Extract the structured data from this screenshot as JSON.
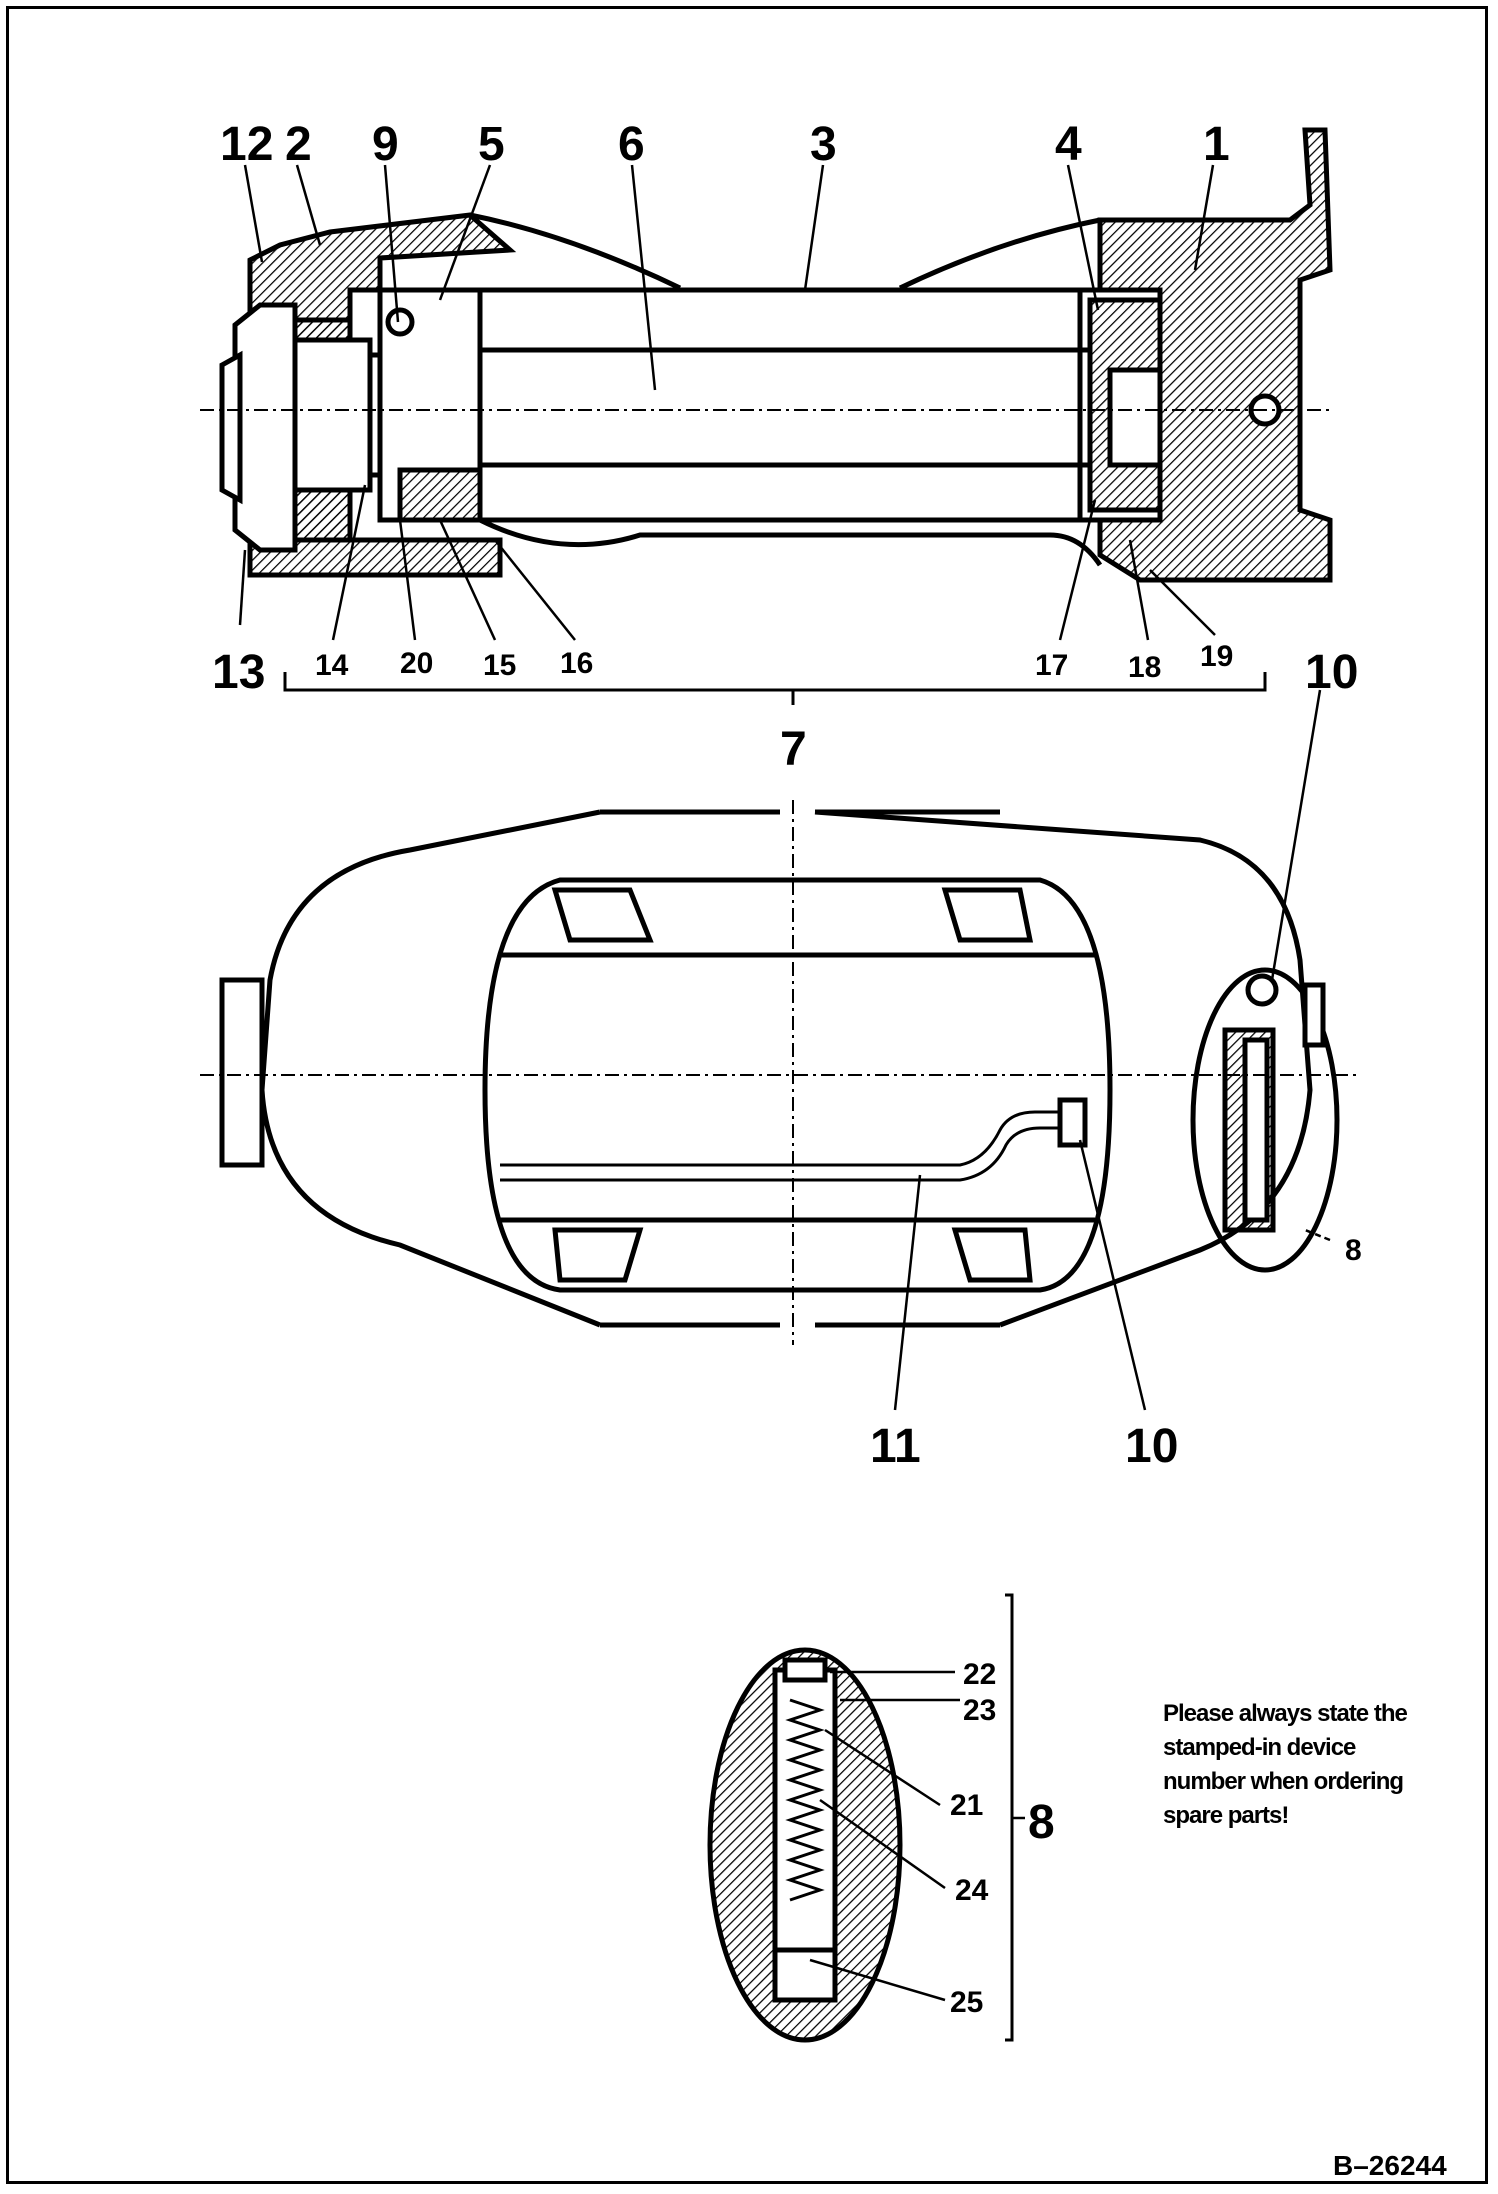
{
  "labels": {
    "l1": "1",
    "l2": "2",
    "l3": "3",
    "l4": "4",
    "l5": "5",
    "l6": "6",
    "l7": "7",
    "l8": "8",
    "l9": "9",
    "l10": "10",
    "l11": "11",
    "l12": "12",
    "l13": "13",
    "l14": "14",
    "l15": "15",
    "l16": "16",
    "l17": "17",
    "l18": "18",
    "l19": "19",
    "l20": "20",
    "l21": "21",
    "l22": "22",
    "l23": "23",
    "l24": "24",
    "l25": "25"
  },
  "note": "Please always state the stamped-in device number when ordering spare parts!",
  "doc_id": "B–26244"
}
